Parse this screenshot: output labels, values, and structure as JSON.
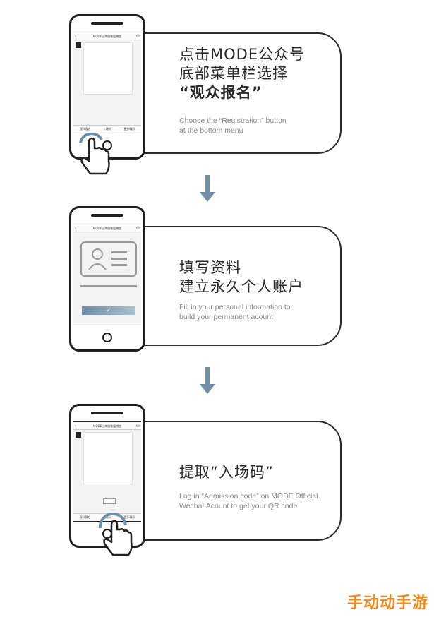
{
  "colors": {
    "accent": "#6f8fa6",
    "watermark": "#f08a1c",
    "outline": "#2a2a2a"
  },
  "steps": [
    {
      "cn_lines": [
        "点击MODE公众号",
        "底部菜单栏选择"
      ],
      "cn_bold": "“观众报名”",
      "en_lines": [
        "Choose the “Registration” button",
        "at the bottom menu"
      ],
      "phone": {
        "header": "MODE上海服装展博览",
        "menu": [
          "观众报名",
          "入场码",
          "更多精彩"
        ]
      }
    },
    {
      "cn_lines": [
        "填写资料",
        "建立永久个人账户"
      ],
      "en_lines": [
        "Fill in your personal information to",
        "build your permanent acount"
      ],
      "phone": {
        "header": "MODE上海服装展博览",
        "confirm": "✓"
      }
    },
    {
      "cn_lines": [
        "提取“入场码”"
      ],
      "en_lines": [
        "Log in “Admission code” on MODE Official",
        "Wechat Acount to get your QR code"
      ],
      "phone": {
        "header": "MODE上海服装展博览",
        "menu": [
          "观众报名",
          "入场码",
          "更多精彩"
        ]
      }
    }
  ],
  "icons": {
    "arrow": "arrow-down-icon",
    "hand": "pointing-hand-icon",
    "back": "chevron-left-icon",
    "person": "person-icon"
  },
  "watermark": "手动动手游"
}
